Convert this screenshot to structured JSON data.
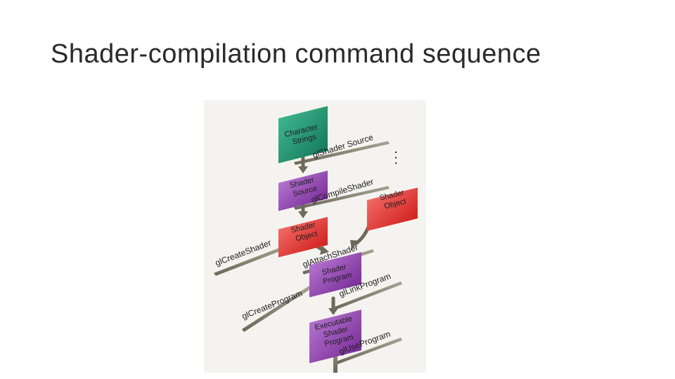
{
  "slide": {
    "title": "Shader-compilation command sequence"
  },
  "diagram": {
    "boxes": {
      "character_strings": [
        "Character",
        "Strings"
      ],
      "shader_source": [
        "Shader",
        "Source"
      ],
      "shader_object_left": [
        "Shader",
        "Object"
      ],
      "shader_object_right": [
        "Shader",
        "Object"
      ],
      "shader_program": [
        "Shader",
        "Program"
      ],
      "executable_program": [
        "Executable",
        "Shader",
        "Program"
      ]
    },
    "commands": {
      "shader_source": "glShader Source",
      "compile_shader": "glCompileShader",
      "create_shader": "glCreateShader",
      "attach_shader": "glAttachShader",
      "create_program": "glCreateProgram",
      "link_program": "glLinkProgram",
      "use_program": "glUseProgram"
    },
    "ellipsis": ". . .",
    "colors": {
      "green": "#1f8f6c",
      "purple": "#8a3aa6",
      "red": "#e0322e",
      "arrow": "#6e6a58",
      "bar": "#7d7866"
    }
  }
}
